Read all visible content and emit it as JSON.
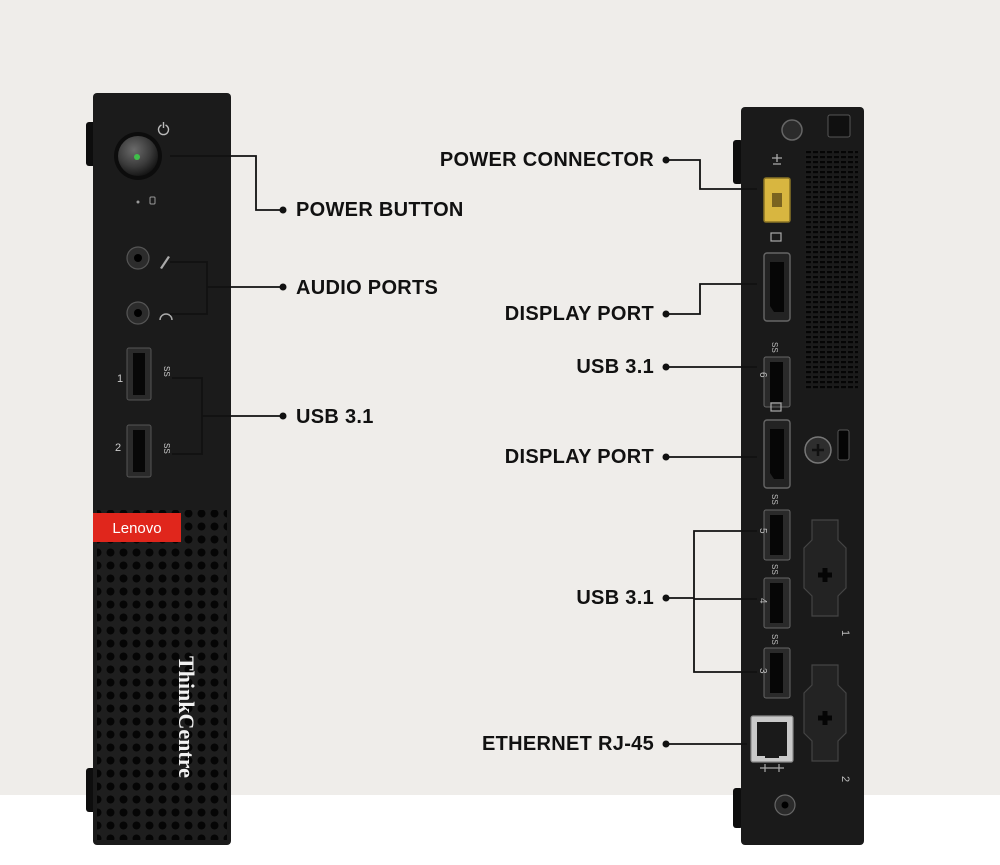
{
  "front_labels": {
    "power_button": "POWER BUTTON",
    "audio_ports": "AUDIO PORTS",
    "usb": "USB 3.1"
  },
  "rear_labels": {
    "power_connector": "POWER CONNECTOR",
    "display_port_1": "DISPLAY PORT",
    "usb_single": "USB 3.1",
    "display_port_2": "DISPLAY PORT",
    "usb_group": "USB 3.1",
    "ethernet": "ETHERNET RJ-45"
  },
  "front_device": {
    "brand_badge": "Lenovo",
    "model_text": "ThinkCentre",
    "usb_port_numbers": [
      "1",
      "2"
    ],
    "usb_port_marks": [
      "SS",
      "SS"
    ]
  },
  "rear_device": {
    "usb_port_numbers": [
      "6",
      "5",
      "4",
      "3"
    ],
    "usb_port_marks": [
      "SS",
      "SS",
      "SS",
      "SS"
    ],
    "slot_numbers": [
      "1",
      "2"
    ]
  },
  "colors": {
    "background": "#efedea",
    "device_body": "#1b1b1b",
    "brand_red": "#e0261c",
    "power_connector": "#d8b640"
  }
}
